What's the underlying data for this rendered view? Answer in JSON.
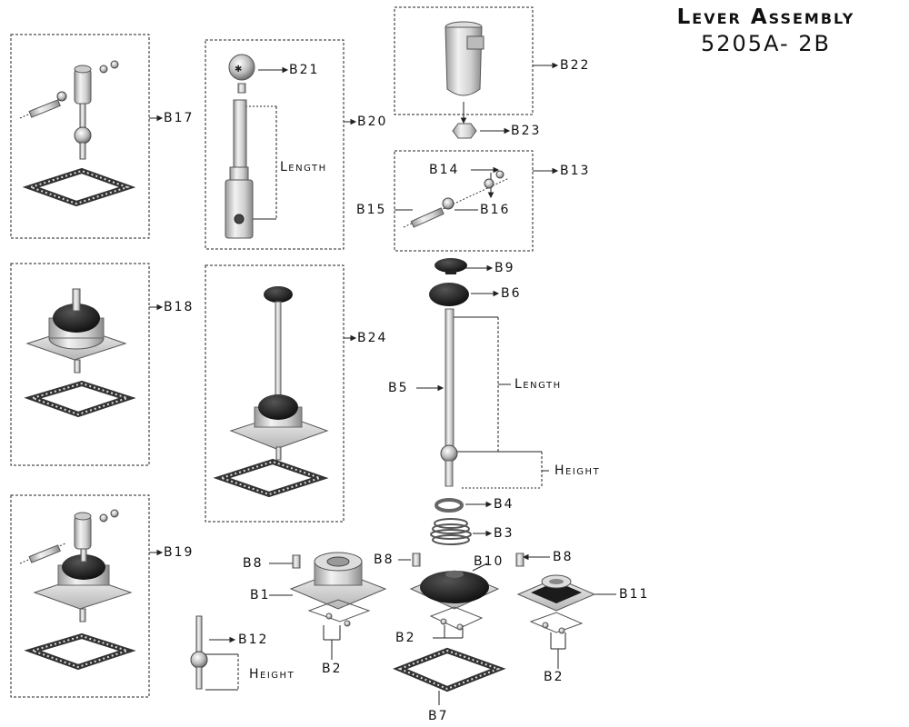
{
  "header": {
    "title": "Lever Assembly",
    "subtitle": "5205A- 2B"
  },
  "labels": {
    "b1": "B1",
    "b2a": "B2",
    "b2b": "B2",
    "b2c": "B2",
    "b3": "B3",
    "b4": "B4",
    "b5": "B5",
    "b6": "B6",
    "b7": "B7",
    "b8a": "B8",
    "b8b": "B8",
    "b8c": "B8",
    "b9": "B9",
    "b10": "B10",
    "b11": "B11",
    "b12": "B12",
    "b13": "B13",
    "b14": "B14",
    "b15": "B15",
    "b16": "B16",
    "b17": "B17",
    "b18": "B18",
    "b19": "B19",
    "b20": "B20",
    "b21": "B21",
    "b22": "B22",
    "b23": "B23",
    "b24": "B24",
    "length_b20": "Length",
    "length_b5": "Length",
    "height_b5": "Height",
    "height_b12": "Height"
  },
  "colors": {
    "metal_light": "#e6e6e6",
    "metal_dark": "#8a8a8a",
    "boot_black": "#1b1b1b",
    "line": "#222222"
  }
}
